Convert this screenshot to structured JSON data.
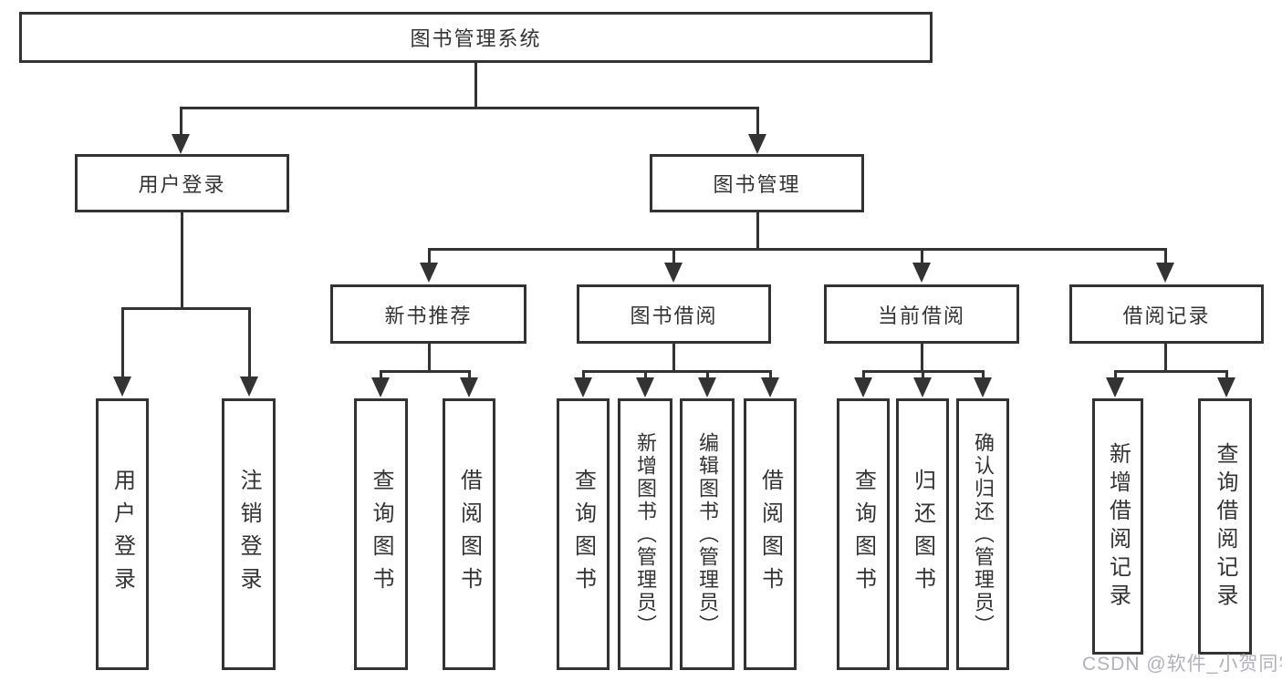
{
  "tree": {
    "root": "图书管理系统",
    "branches": [
      {
        "label": "用户登录",
        "children": [
          "用户登录",
          "注销登录"
        ]
      },
      {
        "label": "图书管理",
        "groups": [
          {
            "label": "新书推荐",
            "children": [
              "查询图书",
              "借阅图书"
            ]
          },
          {
            "label": "图书借阅",
            "children": [
              "查询图书",
              "新增图书（管理员）",
              "编辑图书（管理员）",
              "借阅图书"
            ]
          },
          {
            "label": "当前借阅",
            "children": [
              "查询图书",
              "归还图书",
              "确认归还（管理员）"
            ]
          },
          {
            "label": "借阅记录",
            "children": [
              "新增借阅记录",
              "查询借阅记录"
            ]
          }
        ]
      }
    ]
  },
  "watermark": {
    "text": "CSDN @软件_小贺同学"
  },
  "colors": {
    "line": "#333333",
    "text": "#333333",
    "background": "#ffffff",
    "watermark": "#b2b2b8"
  }
}
